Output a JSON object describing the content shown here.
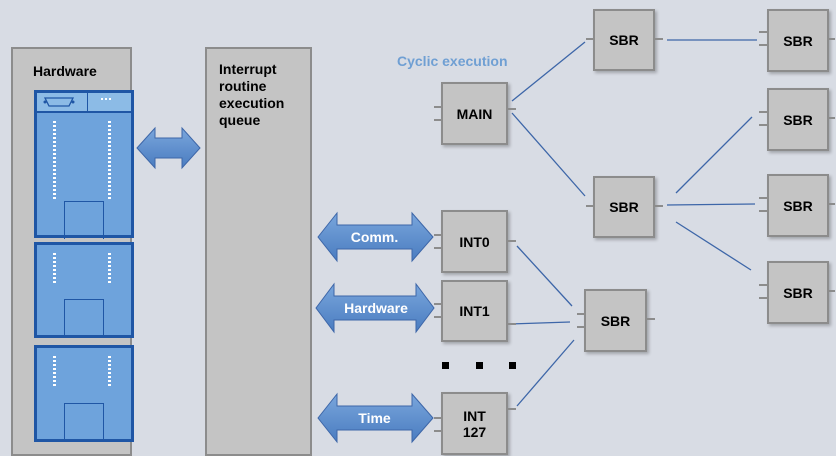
{
  "hardware_panel": {
    "title": "Hardware"
  },
  "queue_panel": {
    "title": "Interrupt\nroutine\nexecution\nqueue"
  },
  "cyclic_label": "Cyclic execution",
  "main_block": "MAIN",
  "interrupt_blocks": [
    "INT0",
    "INT1",
    "INT\n127"
  ],
  "interrupt_sources": [
    "Comm.",
    "Hardware",
    "Time"
  ],
  "subroutines": {
    "main_level1": [
      "SBR",
      "SBR"
    ],
    "main_level2": [
      "SBR",
      "SBR",
      "SBR",
      "SBR"
    ],
    "interrupt_shared": "SBR"
  },
  "ellipsis_dots": 3,
  "colors": {
    "background": "#d8dce4",
    "block_fill": "#c4c4c4",
    "block_border": "#8c8c8c",
    "arrow_fill": "#5b8ac8",
    "module_fill": "#6ea3dc",
    "module_border": "#1f56a5",
    "connector_line": "#3d66a8",
    "cyclic_text": "#6f9fd3"
  }
}
